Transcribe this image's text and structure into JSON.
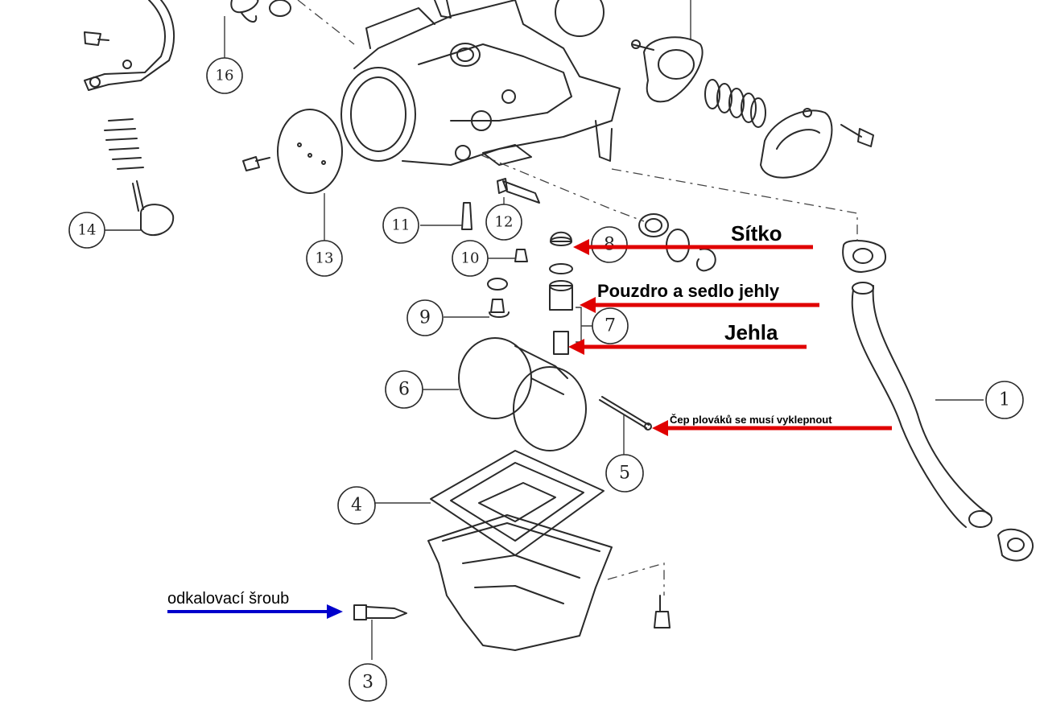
{
  "colors": {
    "arrow_red": "#e00000",
    "arrow_blue": "#0000cc",
    "line_art": "#2a2a2a"
  },
  "callouts": [
    "1",
    "3",
    "4",
    "5",
    "6",
    "7",
    "8",
    "9",
    "10",
    "11",
    "12",
    "13",
    "14",
    "16"
  ],
  "annotations": {
    "sitko": "Sítko",
    "pouzdro": "Pouzdro a sedlo jehly",
    "jehla": "Jehla",
    "cep": "Čep plováků se musí vyklepnout",
    "sroub": "odkalovací šroub"
  }
}
